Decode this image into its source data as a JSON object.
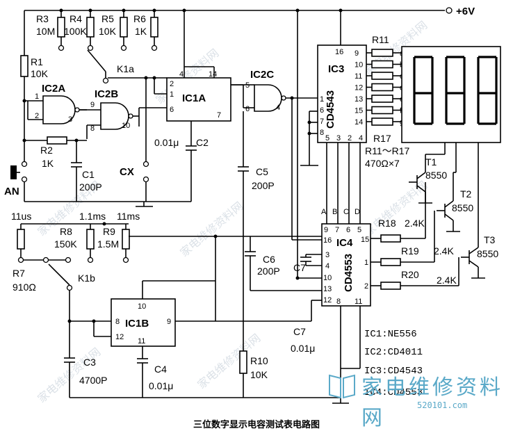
{
  "caption": "三位数字显示电容测试表电路图",
  "supply": "+6V",
  "ic_labels": {
    "ic2a": "IC2A",
    "ic2b": "IC2B",
    "ic1a": "IC1A",
    "ic2c": "IC2C",
    "ic3": "IC3",
    "ic3_part": "CD4543",
    "ic4": "IC4",
    "ic4_part": "CD4553",
    "ic1b": "IC1B"
  },
  "resistors": {
    "r3": "R3",
    "r3v": "10M",
    "r4": "R4",
    "r4v": "100K",
    "r5": "R5",
    "r5v": "10K",
    "r6": "R6",
    "r6v": "1K",
    "r1": "R1",
    "r1v": "10K",
    "r2": "R2",
    "r2v": "1K",
    "r8": "R8",
    "r8v": "150K",
    "r9": "R9",
    "r9v": "1.5M",
    "r7": "R7",
    "r7v": "910Ω",
    "r10": "R10",
    "r10v": "10K",
    "r11": "R11",
    "r17": "R17",
    "r11_17": "R11～R17",
    "r11_17v": "470Ω×7",
    "r18": "R18",
    "r18v": "2.4K",
    "r19": "R19",
    "r19v": "2.4K",
    "r20": "R20",
    "r20v": "2.4K"
  },
  "capacitors": {
    "c1": "C1",
    "c1v": "200P",
    "c2": "C2",
    "c2v": "0.01μ",
    "c3": "C3",
    "c3v": "4700P",
    "c4": "C4",
    "c4v": "0.01μ",
    "c5": "C5",
    "c5v": "200P",
    "c6": "C6",
    "c6v": "200P",
    "c7": "C7",
    "c7b": "C7",
    "c7v": "0.01μ"
  },
  "switches": {
    "k1a": "K1a",
    "k1b": "K1b",
    "an": "AN",
    "cx": "CX"
  },
  "ranges": {
    "r11us": "11us",
    "r1_1ms": "1.1ms",
    "r11ms": "11ms"
  },
  "transistors": {
    "t1": "T1",
    "t1v": "8550",
    "t2": "T2",
    "t2v": "8550",
    "t3": "T3",
    "t3v": "8550"
  },
  "segments": [
    "a",
    "b",
    "c",
    "d",
    "e",
    "f",
    "g"
  ],
  "seg_pins": [
    "9",
    "10",
    "11",
    "12",
    "13",
    "15",
    "14"
  ],
  "ic3_pins": {
    "p16": "16",
    "p1": "1",
    "p6": "6",
    "p7": "7",
    "p8": "8",
    "p5": "5",
    "p3": "3",
    "p2": "2",
    "p4": "4"
  },
  "bcd": [
    "A",
    "B",
    "C",
    "D"
  ],
  "ic4_pins": {
    "p9": "9",
    "p7": "7",
    "p6": "6",
    "p5": "5",
    "p16": "16",
    "p3": "3",
    "p4": "4",
    "p10": "10",
    "p13": "13",
    "p12": "12",
    "p8": "8",
    "p11": "11",
    "p15": "15",
    "p1": "1",
    "p2": "2"
  },
  "ic1a_pins": {
    "p4": "4",
    "p14": "14",
    "p2": "2",
    "p1": "1",
    "p6": "6",
    "p7": "7"
  },
  "ic1b_pins": {
    "p10": "10",
    "p8": "8",
    "p12": "12",
    "p9": "9",
    "p11": "11"
  },
  "ic2_pins": {
    "a1": "1",
    "a2": "2",
    "a3": "3",
    "b9": "9",
    "b8": "8",
    "b10": "10",
    "c5": "5",
    "c6": "6",
    "c4": "4"
  },
  "parts_list": [
    "IC1:NE556",
    "IC2:CD4011",
    "IC3:CD4543",
    "IC4:CD4553"
  ],
  "watermark": "家电维修资料网",
  "logo_text": "家电维修资料网",
  "logo_url": "520101.com"
}
